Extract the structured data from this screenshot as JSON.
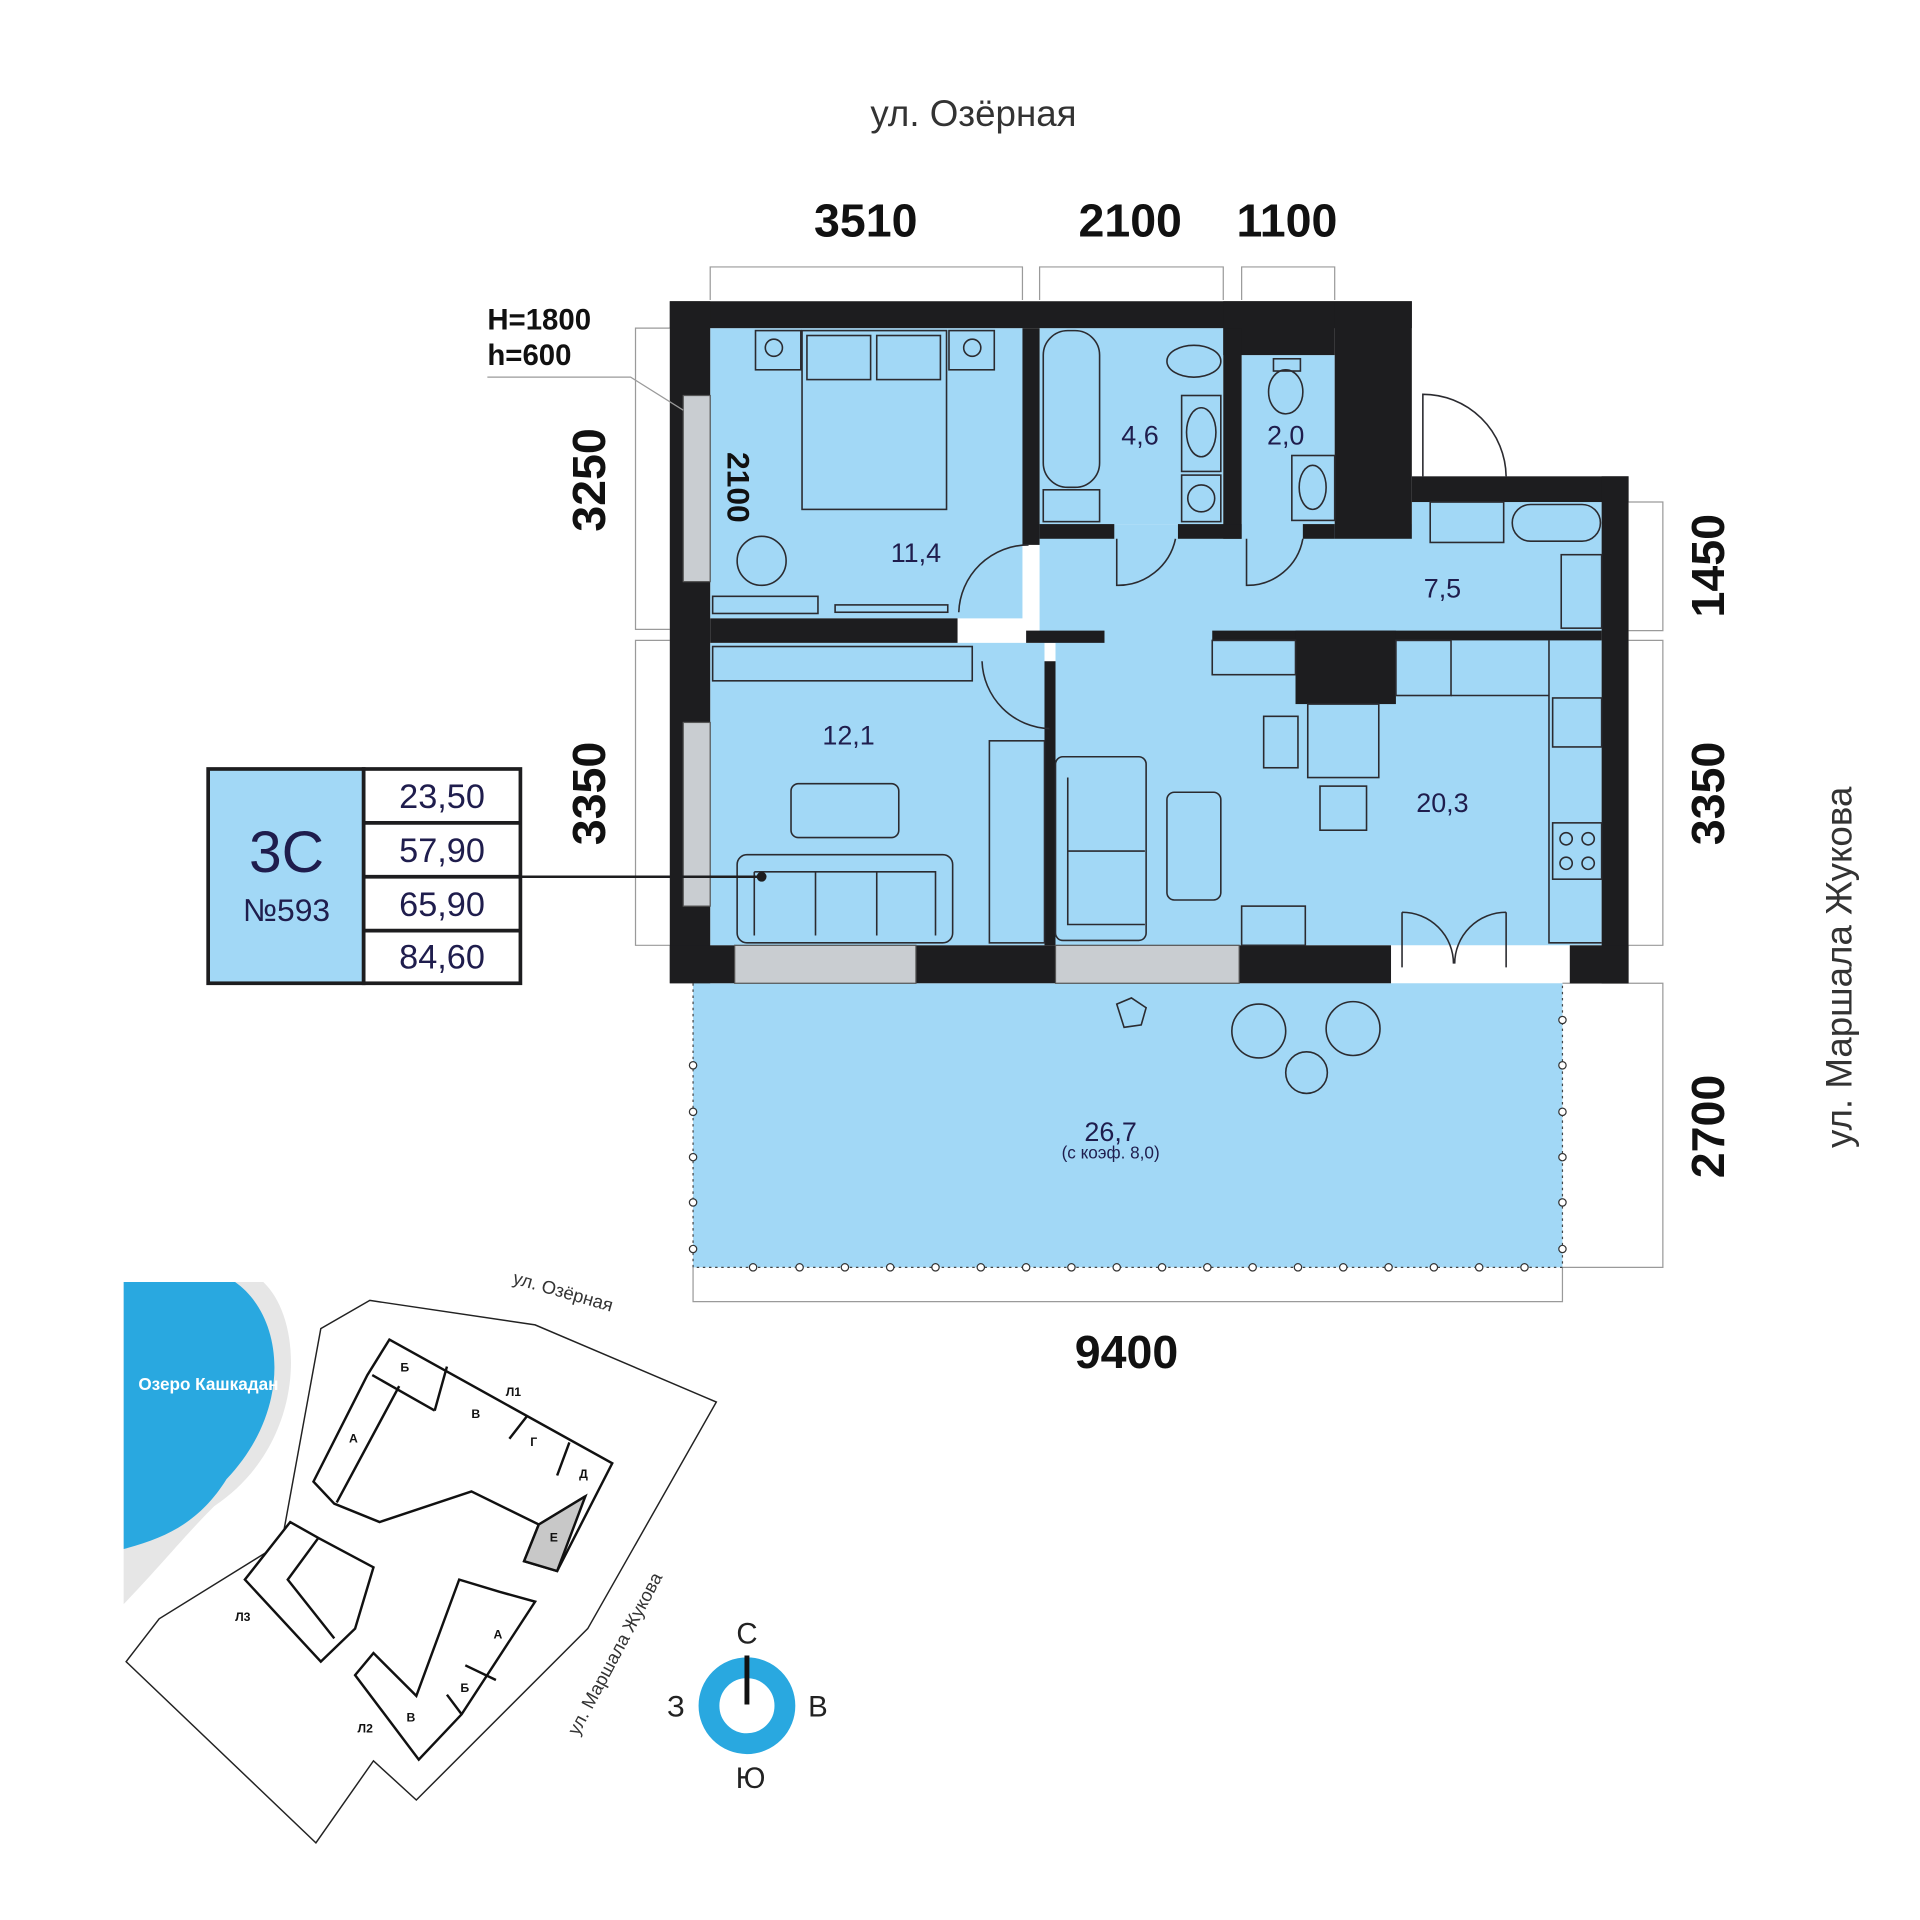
{
  "streets": {
    "top": "ул. Озёрная",
    "right": "ул. Маршала Жукова"
  },
  "dimensions": {
    "top": [
      "3510",
      "2100",
      "1100"
    ],
    "left": [
      "3250",
      "3350"
    ],
    "right": [
      "1450",
      "3350",
      "2700"
    ],
    "bottom": "9400",
    "inner": "2100"
  },
  "window_note": {
    "line1": "H=1800",
    "line2": "h=600"
  },
  "rooms": {
    "bedroom": "11,4",
    "bathroom": "4,6",
    "toilet": "2,0",
    "hall": "7,5",
    "living": "12,1",
    "kitchen": "20,3",
    "terrace": "26,7",
    "terrace_note": "(с коэф. 8,0)"
  },
  "info": {
    "type": "3С",
    "number": "№593",
    "values": [
      "23,50",
      "57,90",
      "65,90",
      "84,60"
    ]
  },
  "site_map": {
    "lake": "Озеро Кашкадан",
    "street_top": "ул. Озёрная",
    "street_right": "ул. Маршала Жукова",
    "buildings": {
      "l1": "Л1",
      "l2": "Л2",
      "l3": "Л3",
      "l1_sections": [
        "А",
        "Б",
        "В",
        "Г",
        "Д",
        "Е"
      ],
      "l2_sections": [
        "А",
        "Б",
        "В"
      ]
    },
    "highlight_section": "Е"
  },
  "compass": {
    "n": "С",
    "s": "Ю",
    "w": "З",
    "e": "В"
  },
  "colors": {
    "room": "#a2d8f6",
    "wall": "#1d1d1f",
    "lake": "#29a8e0",
    "text": "#1f1d4d",
    "highlight": "#c8c8c8"
  }
}
